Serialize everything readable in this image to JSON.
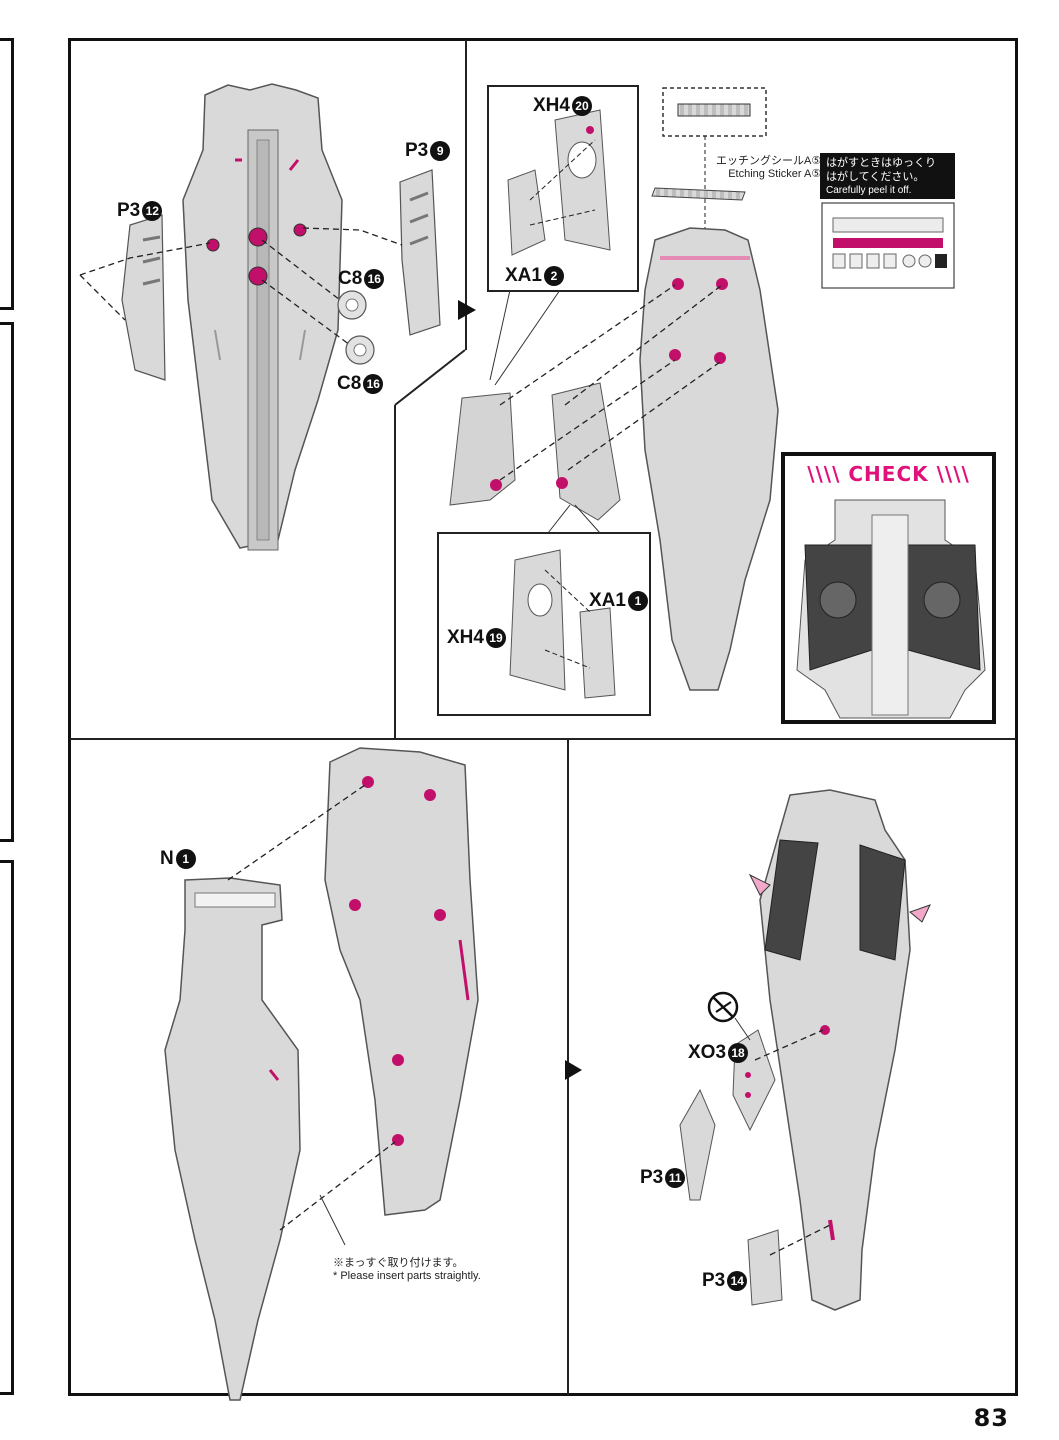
{
  "page_number": "83",
  "parts": {
    "p3_12": {
      "code": "P3",
      "num": "12"
    },
    "p3_9": {
      "code": "P3",
      "num": "9"
    },
    "c8_16_a": {
      "code": "C8",
      "num": "16"
    },
    "c8_16_b": {
      "code": "C8",
      "num": "16"
    },
    "xh4_20": {
      "code": "XH4",
      "num": "20"
    },
    "xa1_2": {
      "code": "XA1",
      "num": "2"
    },
    "xh4_19": {
      "code": "XH4",
      "num": "19"
    },
    "xa1_1": {
      "code": "XA1",
      "num": "1"
    },
    "n_1": {
      "code": "N",
      "num": "1"
    },
    "xo3_18": {
      "code": "XO3",
      "num": "18"
    },
    "p3_11": {
      "code": "P3",
      "num": "11"
    },
    "p3_14": {
      "code": "P3",
      "num": "14"
    }
  },
  "etching": {
    "jp": "エッチングシールA⑤",
    "en": "Etching Sticker A⑤"
  },
  "peel_note": {
    "jp_line1": "はがすときはゆっくり",
    "jp_line2": "はがしてください。",
    "en": "Carefully peel it off."
  },
  "check_title": "\\\\\\\\ CHECK \\\\\\\\",
  "insert_note": {
    "jp": "※まっすぐ取り付けます。",
    "en": "* Please insert parts straightly."
  },
  "colors": {
    "accent_magenta": "#e0127a",
    "part_gray": "#d9d9d9",
    "line_dark": "#222222"
  }
}
